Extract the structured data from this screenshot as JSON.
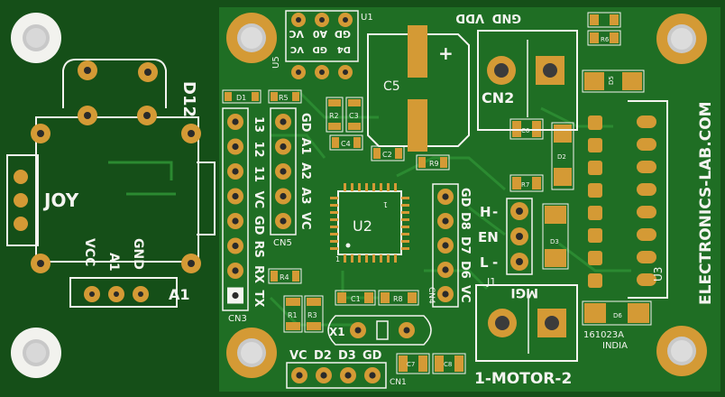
{
  "board": {
    "website": "ELECTRONICS-LAB.COM",
    "date_code": "161023A",
    "country": "INDIA",
    "motor_label": "1-MOTOR-2",
    "mgi_label": "MGI",
    "cn2_label": "CN2",
    "vdd_label": "VDD",
    "gnd_label": "GND"
  },
  "left_module": {
    "joy_label": "JOY",
    "d12_label": "D12",
    "a1_label": "A1",
    "vcc_label": "VCC",
    "a1_pin_label": "A1",
    "gnd_pin_label": "GND"
  },
  "header_left": {
    "pins": [
      "13",
      "12",
      "11",
      "VC",
      "GD",
      "RS",
      "RX",
      "TX"
    ],
    "connector": "CN3"
  },
  "header_analog": {
    "pins": [
      "GD",
      "A1",
      "A2",
      "A3",
      "VC"
    ],
    "connector": "CN5"
  },
  "header_digital": {
    "pins": [
      "GD",
      "D8",
      "D7",
      "D6",
      "VC"
    ],
    "connector": "CN4"
  },
  "header_bottom": {
    "pins": [
      "VC",
      "D2",
      "D3",
      "GD"
    ],
    "connector": "CN1"
  },
  "header_top": {
    "row1": [
      "GD",
      "A0",
      "VC"
    ],
    "row2": [
      "D4",
      "GD",
      "VC"
    ],
    "u1": "U1",
    "u5": "U5"
  },
  "switch": {
    "labels": [
      "H",
      "EN",
      "L"
    ],
    "connector": "J1"
  },
  "components": {
    "u2": "U2",
    "u3": "U3",
    "c1": "C1",
    "c2": "C2",
    "c3": "C3",
    "c4": "C4",
    "c5": "C5",
    "c6": "C6",
    "c7": "C7",
    "c8": "C8",
    "r1": "R1",
    "r2": "R2",
    "r3": "R3",
    "r4": "R4",
    "r5": "R5",
    "r6": "R6",
    "r7": "R7",
    "r8": "R8",
    "r9": "R9",
    "d1": "D1",
    "d2": "D2",
    "d3": "D3",
    "d5": "D5",
    "d6": "D6",
    "x1": "X1",
    "plus": "+",
    "pin1": "1",
    "pin1b": "1"
  },
  "colors": {
    "board_outer": "#14521a",
    "board_inner": "#247a2a",
    "copper": "#d49a35",
    "silk": "#f4f4f0"
  }
}
